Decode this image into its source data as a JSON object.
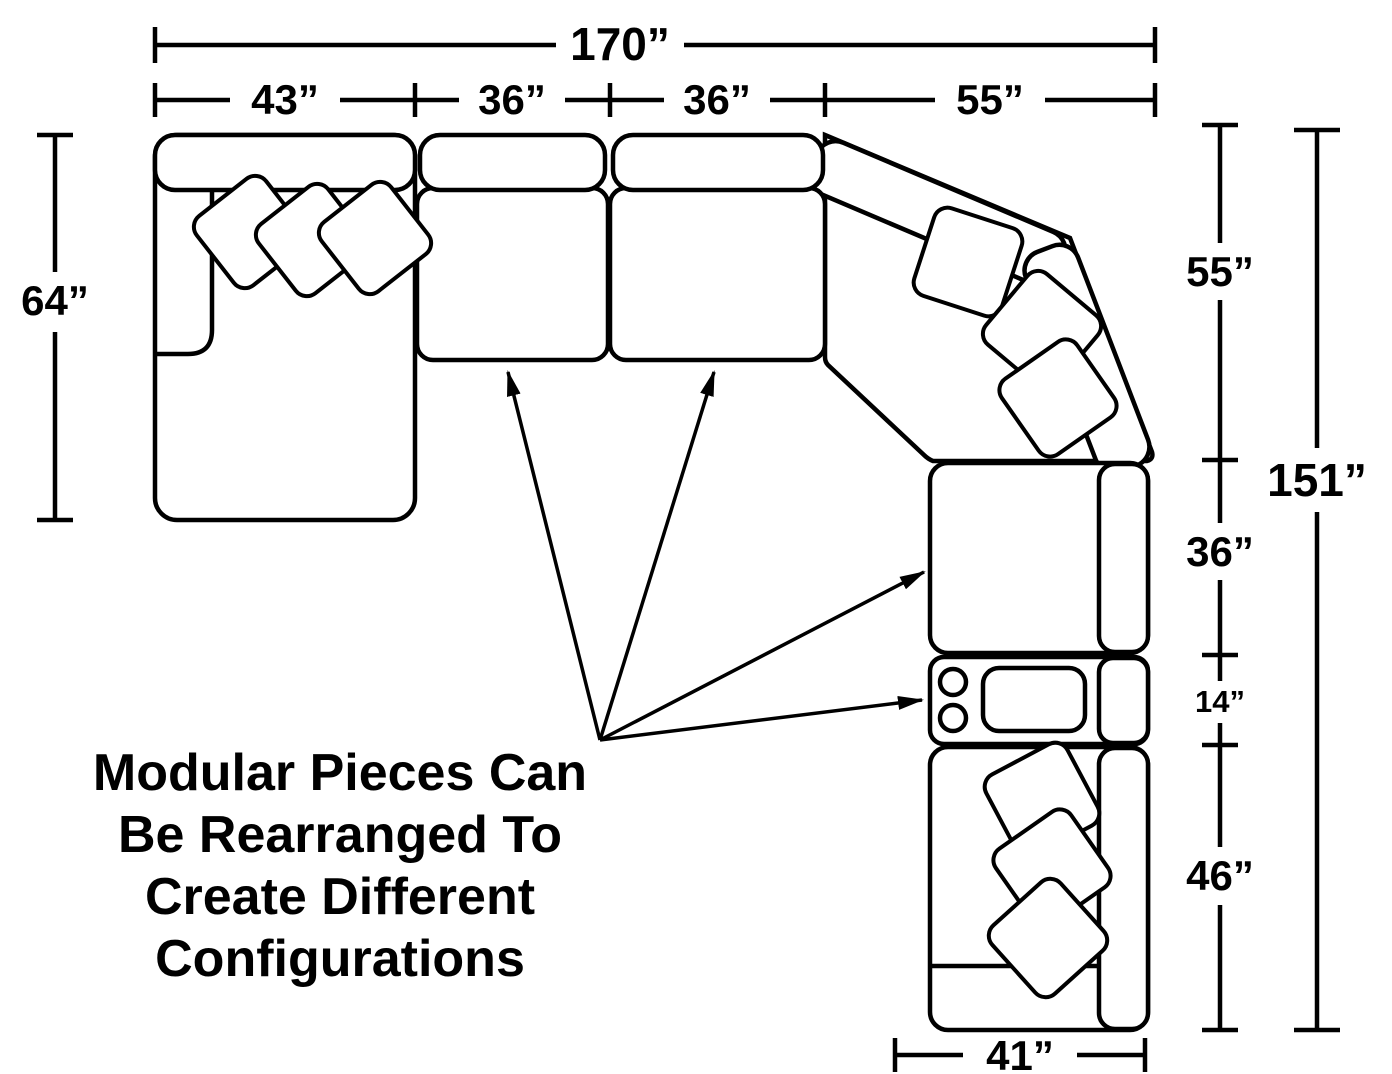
{
  "colors": {
    "ink": "#000000",
    "paper": "#ffffff"
  },
  "dimensions": {
    "top_total": "170”",
    "top_segments": [
      "43”",
      "36”",
      "36”",
      "55”"
    ],
    "left_depth": "64”",
    "right_segments": [
      "55”",
      "36”",
      "14”",
      "46”"
    ],
    "right_total": "151”",
    "bottom_width": "41”"
  },
  "annotation": {
    "lines": [
      "Modular Pieces Can",
      "Be Rearranged To",
      "Create Different",
      "Configurations"
    ]
  }
}
